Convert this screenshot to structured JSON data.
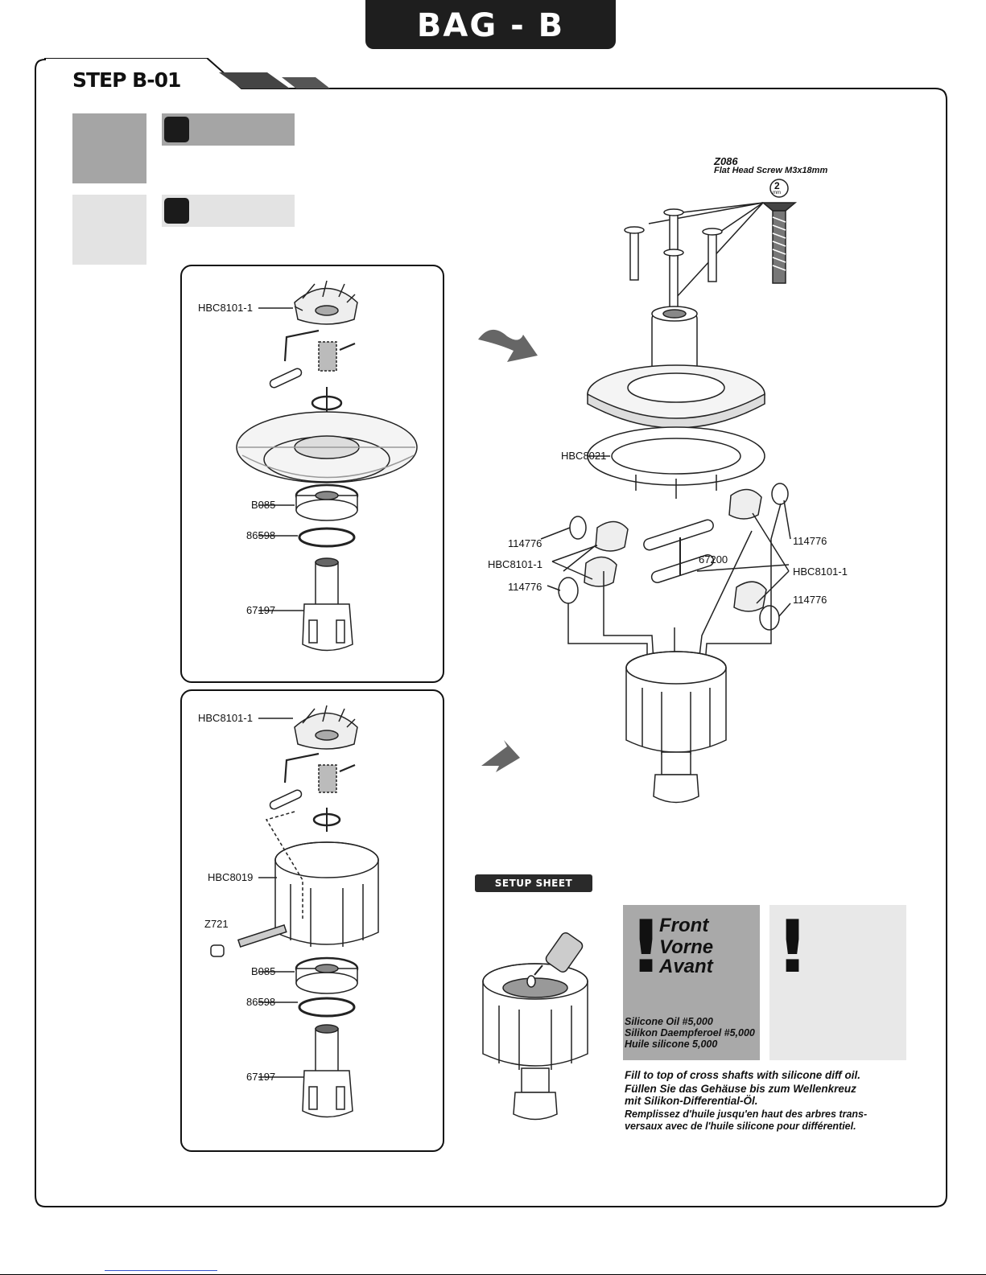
{
  "header": {
    "bag_title": "BAG - B"
  },
  "step": {
    "title": "STEP B-01"
  },
  "panel_top": {
    "parts": [
      "HBC8101-1",
      "B085",
      "86598",
      "67197"
    ]
  },
  "panel_bottom": {
    "parts": [
      "HBC8101-1",
      "HBC8019",
      "Z721",
      "B085",
      "86598",
      "67197"
    ]
  },
  "right_diagram": {
    "screw": {
      "part": "Z086",
      "desc": "Flat Head Screw M3x18mm",
      "tool": "2",
      "tool_unit": "mm"
    },
    "gasket": "HBC8021",
    "parts": {
      "washer_tl": "114776",
      "gears_left": "HBC8101-1",
      "washer_bl": "114776",
      "cross_pin": "67200",
      "washer_tr": "114776",
      "gears_right": "HBC8101-1",
      "washer_br": "114776"
    }
  },
  "setup": {
    "badge": "SETUP SHEET",
    "front": {
      "line1": "Front",
      "line2": "Vorne",
      "line3": "Avant"
    },
    "oil": {
      "en": "Silicone Oil #5,000",
      "de": "Silikon Daempferoel #5,000",
      "fr": "Huile silicone 5,000"
    },
    "note_en": "Fill to top of cross shafts with silicone diff oil.",
    "note_de1": "Füllen Sie das Gehäuse bis zum Wellenkreuz",
    "note_de2": "mit Silikon-Differential-Öl.",
    "note_fr1": "Remplissez d'huile jusqu'en haut des arbres trans-",
    "note_fr2": "versaux avec de l'huile silicone pour différentiel."
  }
}
